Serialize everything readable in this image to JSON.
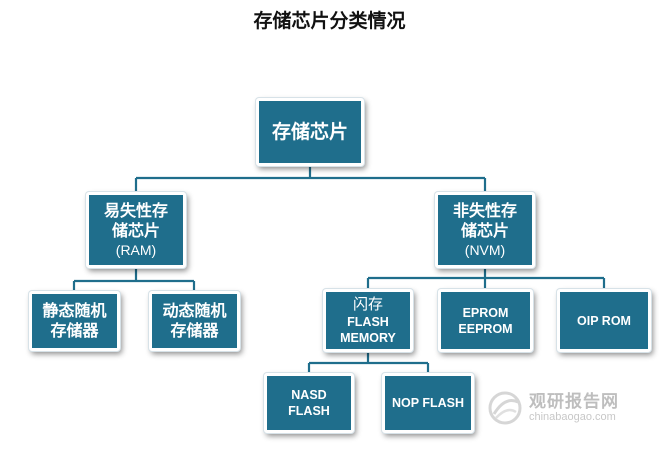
{
  "title": "存储芯片分类情况",
  "root": {
    "label": "存储芯片"
  },
  "volatile": {
    "line1": "易失性存",
    "line2": "储芯片",
    "line3": "(RAM)"
  },
  "nonvolatile": {
    "line1": "非失性存",
    "line2": "储芯片",
    "line3": "(NVM)"
  },
  "sram": {
    "line1": "静态随机",
    "line2": "存储器"
  },
  "dram": {
    "line1": "动态随机",
    "line2": "存储器"
  },
  "flash": {
    "line1": "闪存",
    "line2": "FLASH",
    "line3": "MEMORY"
  },
  "eprom": {
    "line1": "EPROM",
    "line2": "EEPROM"
  },
  "oiprom": {
    "label": "OIP ROM"
  },
  "nasd": {
    "line1": "NASD",
    "line2": "FLASH"
  },
  "norflash": {
    "label": "NOP FLASH"
  },
  "watermark": {
    "cn": "观研报告网",
    "en": "chinabaogao.com",
    "icon": "watermark-logo-icon"
  },
  "colors": {
    "node_fill": "#1f6e8c",
    "connector": "#1f6e8c"
  }
}
